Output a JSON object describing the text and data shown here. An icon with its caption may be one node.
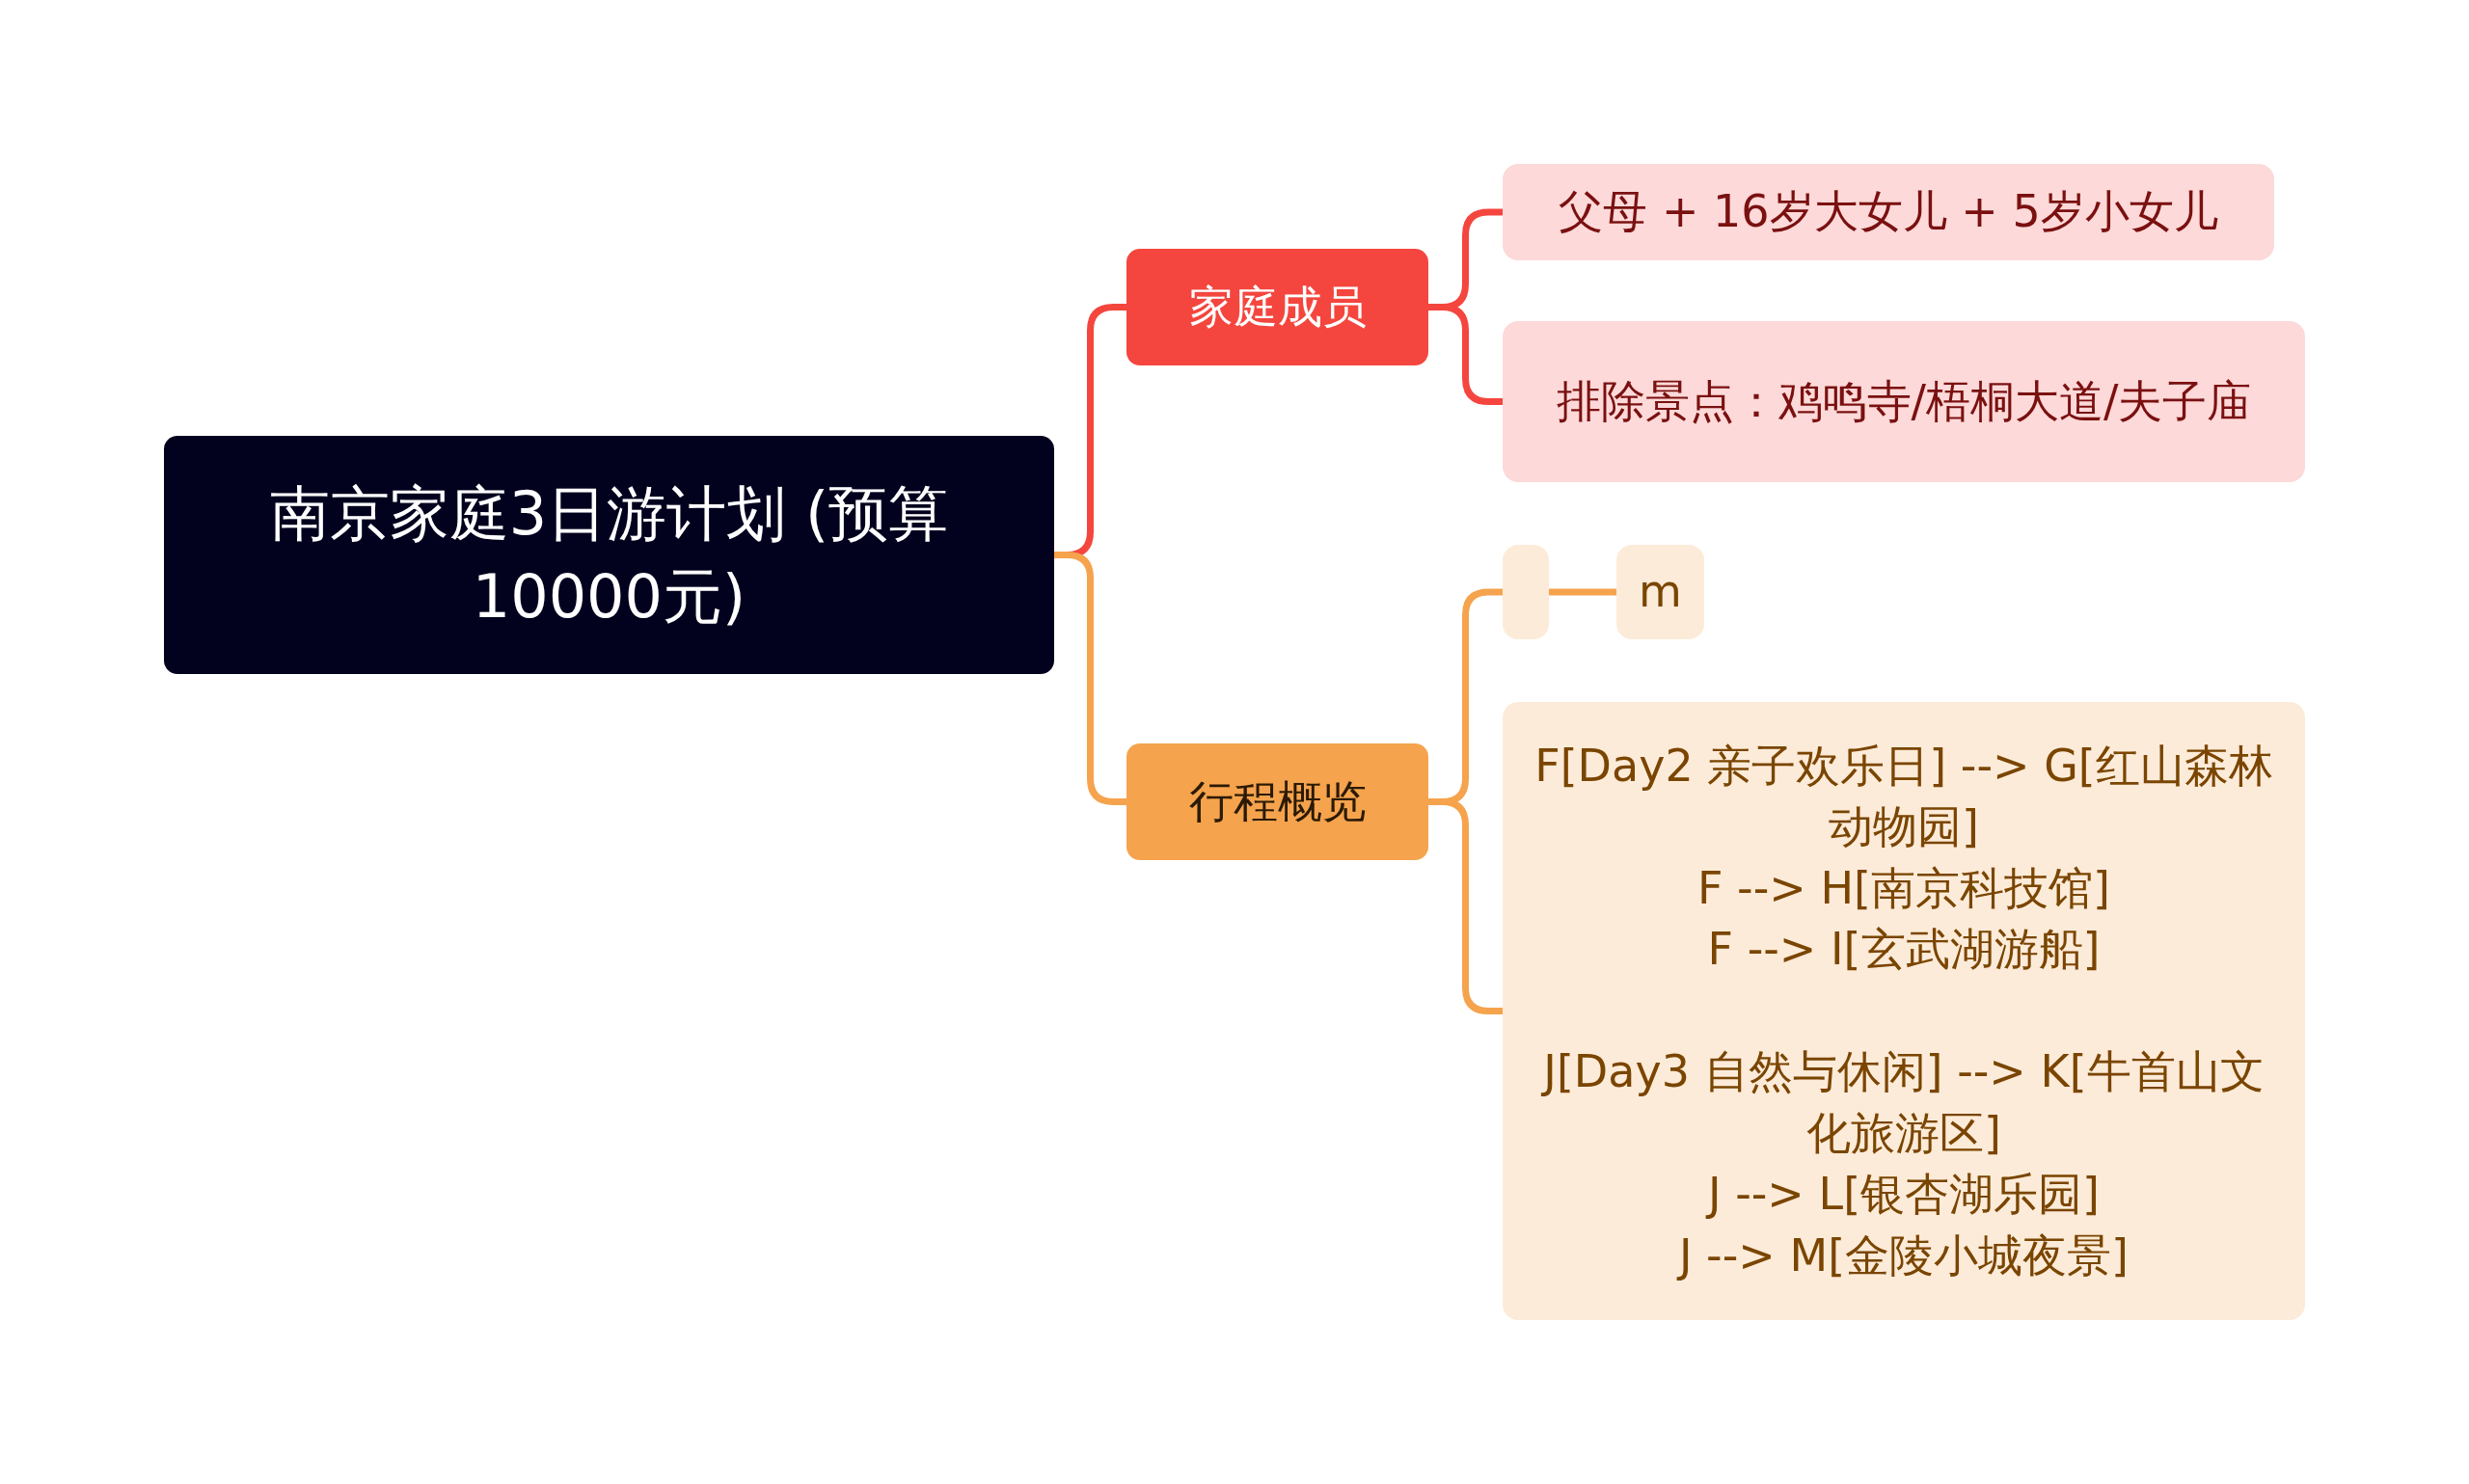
{
  "diagram": {
    "nodes": [
      {
        "text": [
          "南京家庭3日游计划 (预算10000元)"
        ]
      },
      {
        "text": [
          "家庭成员"
        ]
      },
      {
        "text": [
          "父母 + 16岁大女儿 + 5岁小女儿"
        ]
      },
      {
        "text": [
          "排除景点：鸡鸣寺/梧桐大道/夫子庙"
        ]
      },
      {
        "text": [
          "行程概览"
        ]
      },
      {
        "text": [],
        "shape": "box"
      },
      {
        "text": [
          "m"
        ]
      },
      {
        "text": [
          "F[Day2 亲子欢乐日] --> G[红山森林动物园]",
          "F --> H[南京科技馆]",
          "F --> I[玄武湖游船]",
          "J[Day3 自然与休闲] --> K[牛首山文化旅游区]",
          "J --> L[银杏湖乐园]",
          "J --> M[金陵小城夜景]"
        ]
      }
    ],
    "edges": [
      {
        "from": 0,
        "to": 1,
        "arrow": "none",
        "color": "#f4463e"
      },
      {
        "from": 0,
        "to": 4,
        "arrow": "none"
      },
      {
        "from": 1,
        "to": 2,
        "arrow": "none",
        "color": "#f4463e"
      },
      {
        "from": 1,
        "to": 3,
        "arrow": "none",
        "color": "#f4463e"
      },
      {
        "from": 4,
        "to": 5,
        "arrow": "none"
      },
      {
        "from": 5,
        "to": 6,
        "arrow": "none"
      },
      {
        "from": 4,
        "to": 7,
        "arrow": "none"
      }
    ]
  }
}
